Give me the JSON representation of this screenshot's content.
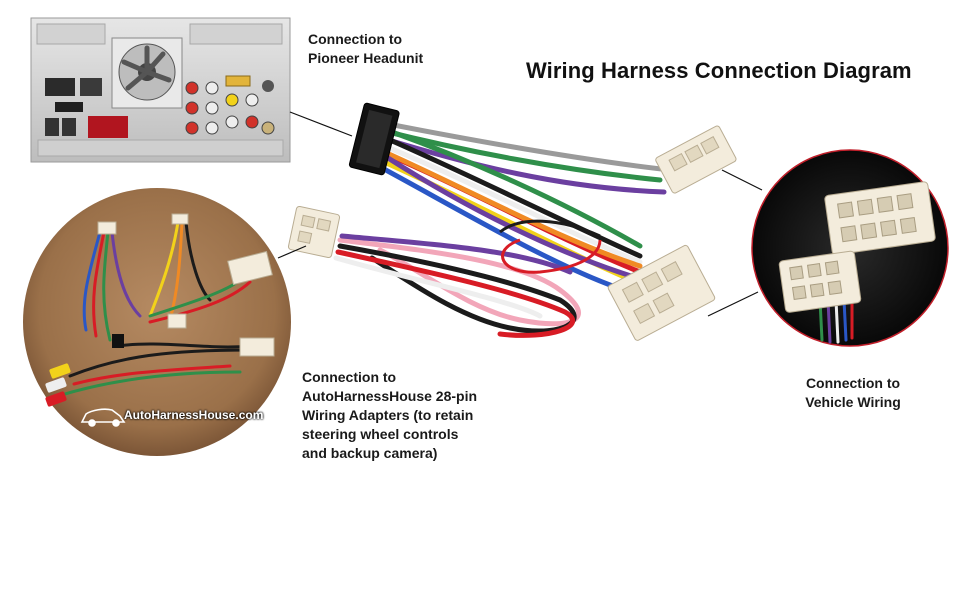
{
  "title": "Wiring Harness Connection Diagram",
  "callouts": {
    "headunit": [
      "Connection to",
      "Pioneer Headunit"
    ],
    "adapters": [
      "Connection to",
      "AutoHarnessHouse 28-pin",
      "Wiring Adapters (to retain",
      "steering wheel controls",
      "and backup camera)"
    ],
    "vehicle": [
      "Connection to",
      "Vehicle Wiring"
    ]
  },
  "watermark": "AutoHarnessHouse.com",
  "wire_colors": {
    "yellow": "#f2d21a",
    "red": "#d81c25",
    "black": "#1b1b1b",
    "green": "#2f8f4a",
    "purple": "#6b3fa0",
    "blue": "#2a57c6",
    "orange": "#f08a24",
    "white": "#eeeeee",
    "gray": "#9a9a9a",
    "pink": "#f2a6b9",
    "connector": "#f3ecdc"
  }
}
